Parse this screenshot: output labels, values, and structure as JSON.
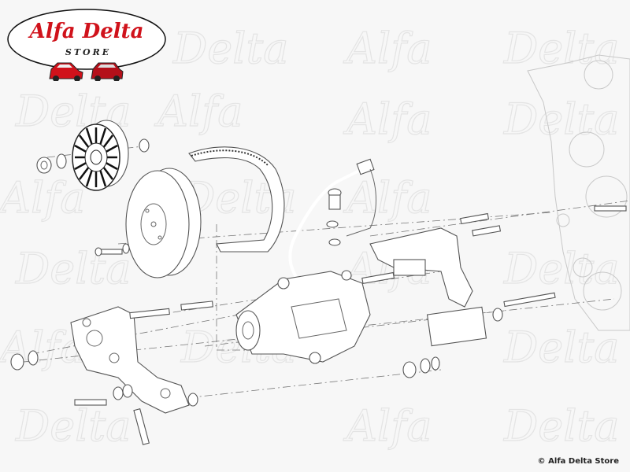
{
  "logo": {
    "title": "Alfa Delta",
    "subtitle": "STORE"
  },
  "watermark": [
    "Alfa",
    "Delta"
  ],
  "copyright": "© Alfa Delta Store",
  "colors": {
    "brand_red": "#d0121b",
    "line": "#555555",
    "background": "#f7f7f7"
  }
}
